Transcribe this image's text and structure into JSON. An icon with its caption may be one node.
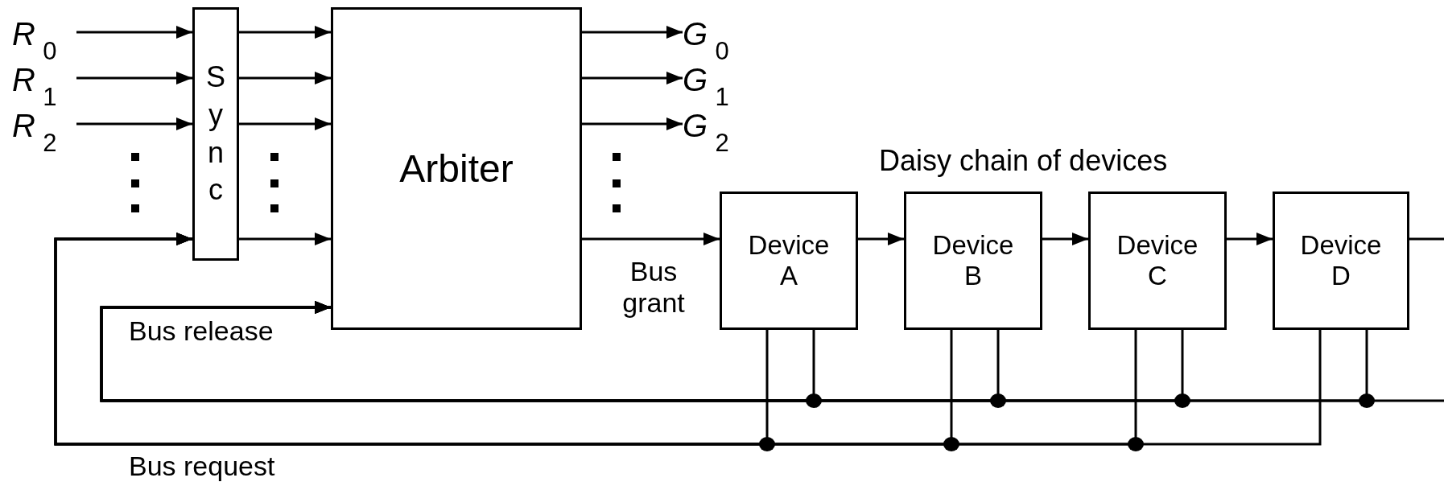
{
  "diagram": {
    "nodes": [
      {
        "text": [
          "*R*$_{0}$"
        ]
      },
      {
        "text": [
          "*R*$_{1}$"
        ]
      },
      {
        "text": [
          "*R*$_{2}$"
        ]
      },
      {
        "text": [
          "Sync"
        ]
      },
      {
        "text": [
          "Arbiter"
        ]
      },
      {
        "text": [
          "*G*$_{0}$"
        ]
      },
      {
        "text": [
          "*G*$_{1}$"
        ]
      },
      {
        "text": [
          "*G*$_{2}$"
        ]
      },
      {
        "text": [
          "Device A"
        ]
      },
      {
        "text": [
          "Device B"
        ]
      },
      {
        "text": [
          "Device C"
        ]
      },
      {
        "text": [
          "Device D"
        ]
      }
    ],
    "edges": [
      {
        "from": 0,
        "to": 3,
        "arrow": "to"
      },
      {
        "from": 1,
        "to": 3,
        "arrow": "to"
      },
      {
        "from": 2,
        "to": 3,
        "arrow": "to"
      },
      {
        "from": 3,
        "to": 4,
        "arrow": "to"
      },
      {
        "from": 3,
        "to": 4,
        "arrow": "to"
      },
      {
        "from": 3,
        "to": 4,
        "arrow": "to"
      },
      {
        "from": 3,
        "to": 4,
        "arrow": "to"
      },
      {
        "from": 4,
        "to": 5,
        "arrow": "to"
      },
      {
        "from": 4,
        "to": 6,
        "arrow": "to"
      },
      {
        "from": 4,
        "to": 7,
        "arrow": "to"
      },
      {
        "from": 4,
        "to": 8,
        "arrow": "to",
        "label": "Bus grant"
      },
      {
        "from": 8,
        "to": 9,
        "arrow": "to"
      },
      {
        "from": 9,
        "to": 10,
        "arrow": "to"
      },
      {
        "from": 10,
        "to": 11,
        "arrow": "to"
      },
      {
        "from": 11,
        "to": null,
        "arrow": "none"
      },
      {
        "from": 8,
        "to": 3,
        "arrow": "to",
        "label": "Bus request"
      },
      {
        "from": 9,
        "to": 3,
        "arrow": "to"
      },
      {
        "from": 10,
        "to": 3,
        "arrow": "to"
      },
      {
        "from": 11,
        "to": 3,
        "arrow": "to"
      },
      {
        "from": 8,
        "to": 4,
        "arrow": "to",
        "label": "Bus release"
      },
      {
        "from": 9,
        "to": 4,
        "arrow": "to"
      },
      {
        "from": 10,
        "to": 4,
        "arrow": "to"
      },
      {
        "from": 11,
        "to": 4,
        "arrow": "to"
      },
      {
        "from": null,
        "to": 4,
        "arrow": "to"
      }
    ],
    "labels": [
      "Daisy chain of devices"
    ]
  }
}
